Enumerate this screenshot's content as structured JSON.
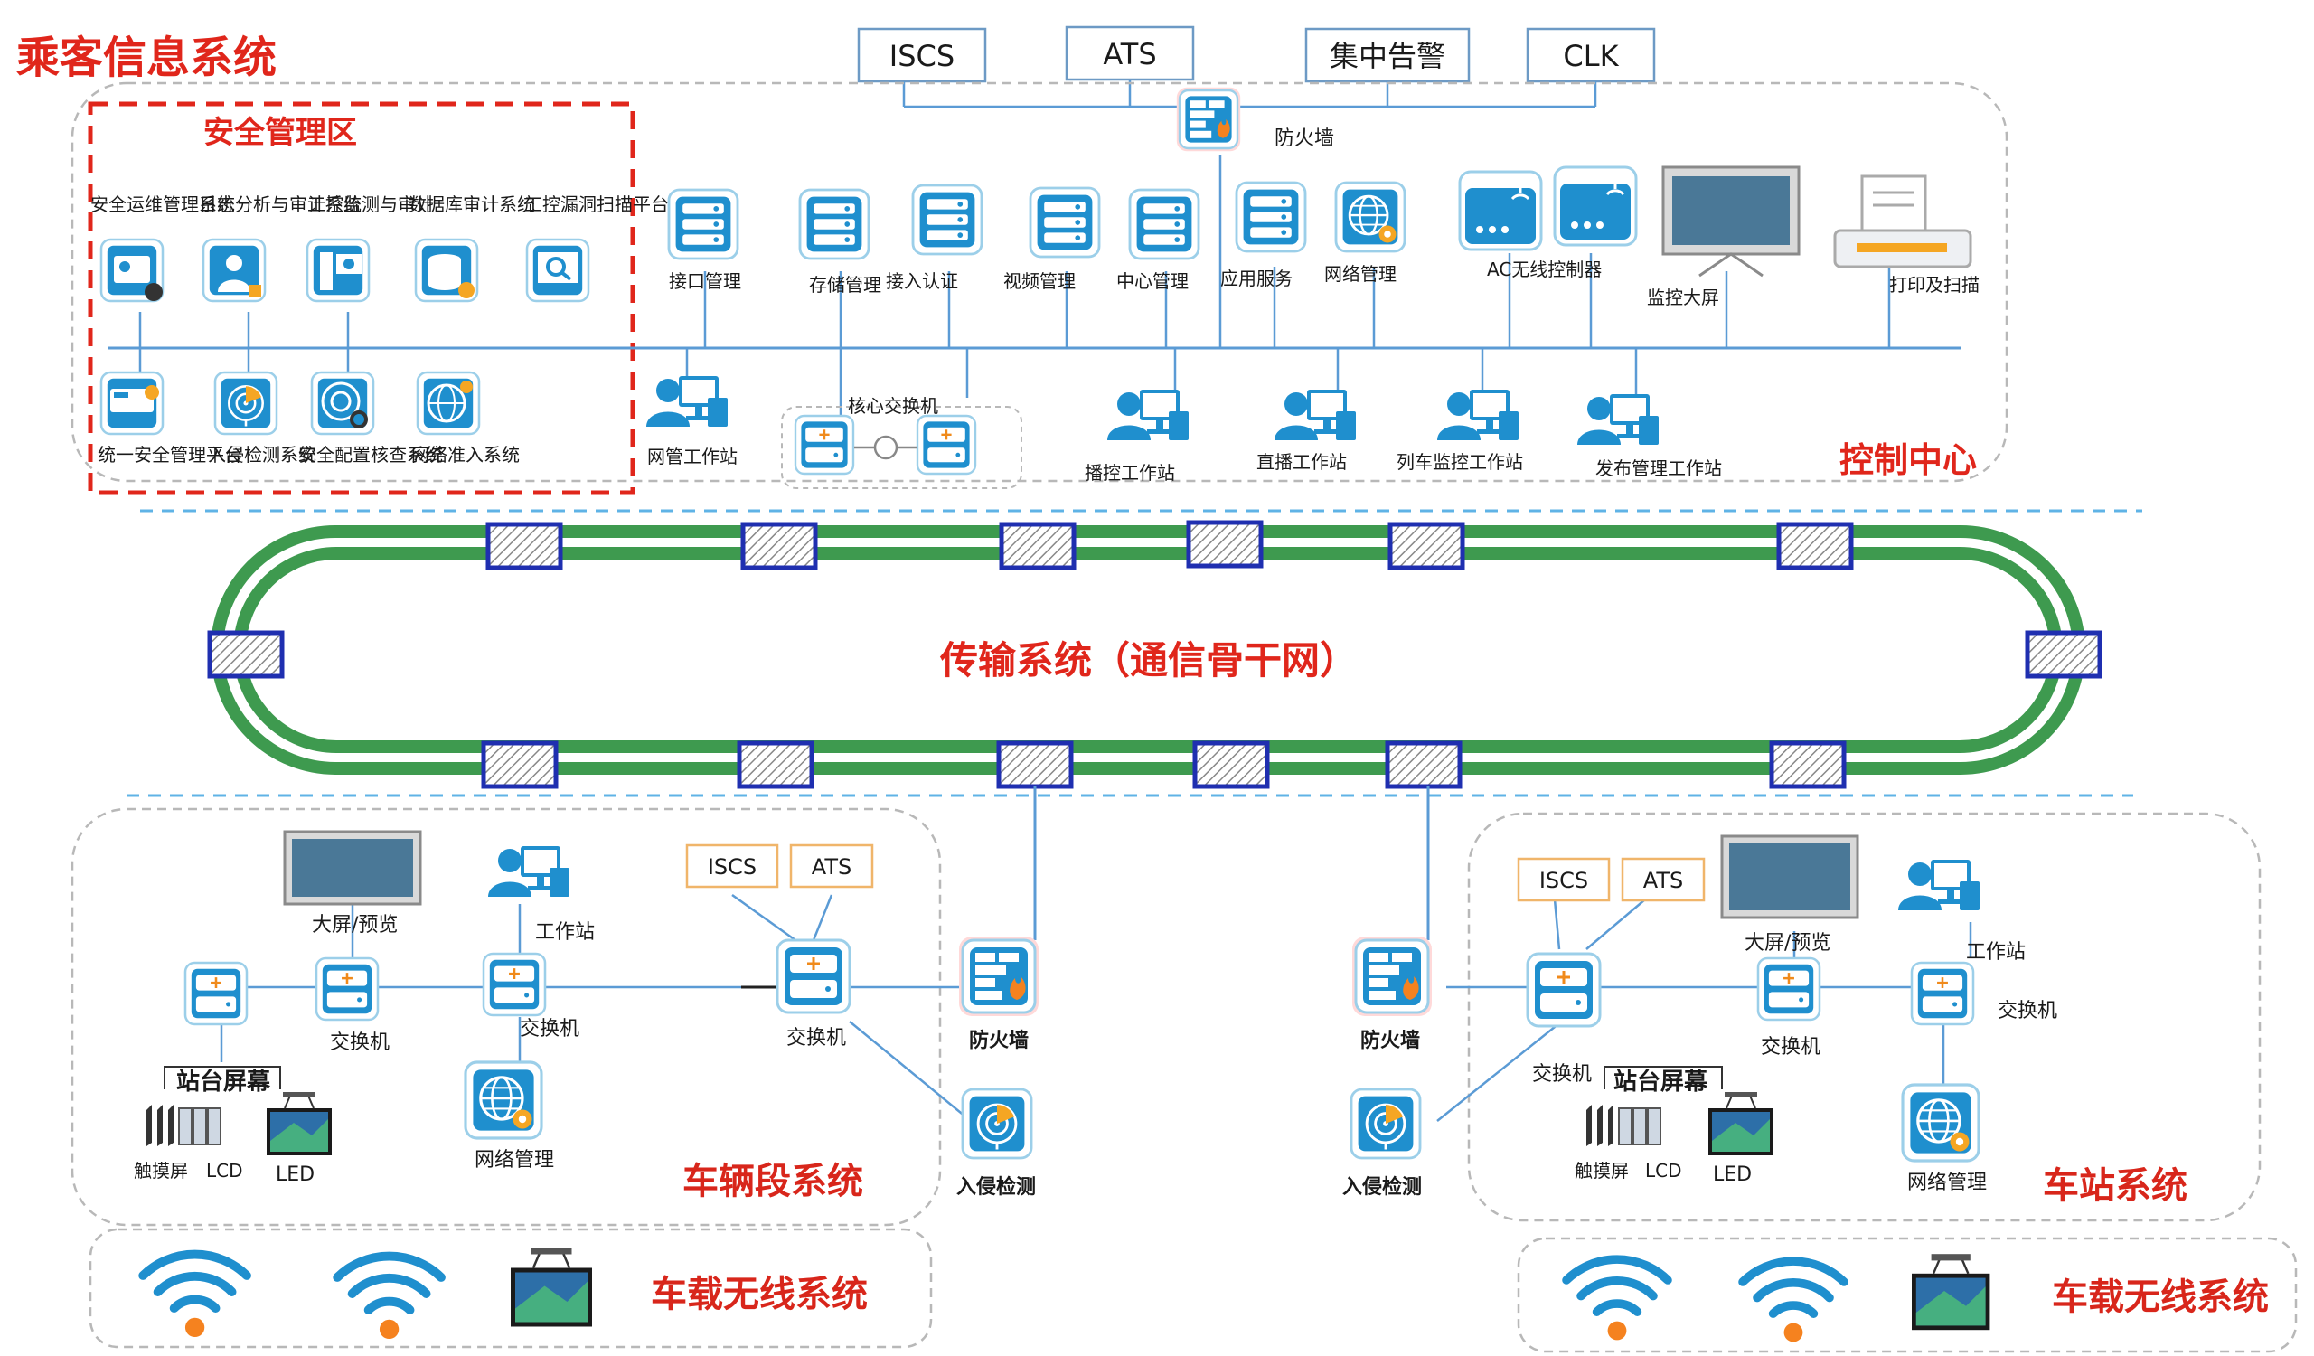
{
  "title": "乘客信息系统",
  "colors": {
    "accent_red": "#e0261b",
    "icon_blue": "#1f8fce",
    "ring_green": "#3e9a4f",
    "node_blue": "#1f2fb0",
    "line_blue": "#5b9bd5"
  },
  "top_systems": [
    "ISCS",
    "ATS",
    "集中告警",
    "CLK"
  ],
  "control_center": {
    "label": "控制中心",
    "firewall": "防火墙",
    "security_zone": {
      "title": "安全管理区",
      "top_items": [
        "安全运维管理系统",
        "日志分析与审计系统",
        "工控监测与审计",
        "数据库审计系统",
        "工控漏洞扫描平台"
      ],
      "bottom_items": [
        "统一安全管理平台",
        "入侵检测系统",
        "安全配置核查系统",
        "网络准入系统"
      ]
    },
    "servers": [
      "接口管理",
      "存储管理",
      "接入认证",
      "视频管理",
      "中心管理",
      "应用服务",
      "网络管理"
    ],
    "ac_label": "AC无线控制器",
    "screen_label": "监控大屏",
    "printer_label": "打印及扫描",
    "core_switch": "核心交换机",
    "workstations": [
      "网管工作站",
      "播控工作站",
      "直播工作站",
      "列车监控工作站",
      "发布管理工作站"
    ]
  },
  "transport": {
    "label": "传输系统（通信骨干网）"
  },
  "depot": {
    "label": "车辆段系统",
    "screen": "大屏/预览",
    "workstation": "工作站",
    "switch_a": "交换机",
    "switch_b": "交换机",
    "switch_c": "交换机",
    "net_mgmt": "网络管理",
    "platform_screens": "站台屏幕",
    "touch": "触摸屏",
    "lcd": "LCD",
    "led": "LED",
    "iscs": "ISCS",
    "ats": "ATS",
    "firewall": "防火墙",
    "ids": "入侵检测"
  },
  "station": {
    "label": "车站系统",
    "screen": "大屏/预览",
    "workstation": "工作站",
    "switch_a": "交换机",
    "switch_b": "交换机",
    "switch_c": "交换机",
    "net_mgmt": "网络管理",
    "platform_screens": "站台屏幕",
    "touch": "触摸屏",
    "lcd": "LCD",
    "led": "LED",
    "iscs": "ISCS",
    "ats": "ATS",
    "firewall": "防火墙",
    "ids": "入侵检测"
  },
  "onboard_left": {
    "label": "车载无线系统"
  },
  "onboard_right": {
    "label": "车载无线系统"
  }
}
